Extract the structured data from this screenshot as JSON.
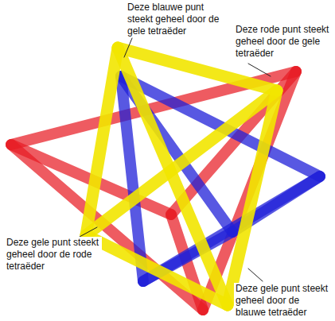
{
  "diagram": {
    "labels": [
      "Deze blauwe punt steekt geheel door de gele tetraëder",
      "Deze rode punt steekt geheel door de gele tetraëder",
      "Deze gele punt steekt geheel door de rode tetraëder",
      "Deze gele punt steekt geheel door de blauwe tetraëder"
    ]
  }
}
